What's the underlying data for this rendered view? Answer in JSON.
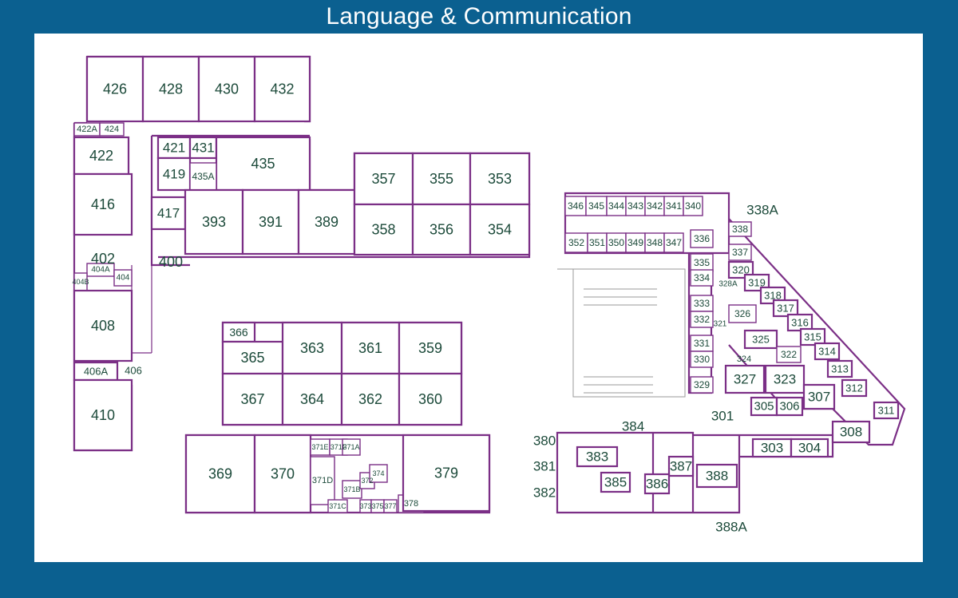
{
  "title": "Language & Communication",
  "colors": {
    "frame": "#0b6090",
    "walls": "#7b2f86",
    "labels": "#1c4a3a",
    "background": "#ffffff"
  },
  "rooms": [
    {
      "label": "426"
    },
    {
      "label": "428"
    },
    {
      "label": "430"
    },
    {
      "label": "432"
    },
    {
      "label": "422A"
    },
    {
      "label": "424"
    },
    {
      "label": "422"
    },
    {
      "label": "421"
    },
    {
      "label": "431"
    },
    {
      "label": "435"
    },
    {
      "label": "419"
    },
    {
      "label": "435A"
    },
    {
      "label": "416"
    },
    {
      "label": "417"
    },
    {
      "label": "393"
    },
    {
      "label": "391"
    },
    {
      "label": "389"
    },
    {
      "label": "402"
    },
    {
      "label": "400"
    },
    {
      "label": "404A"
    },
    {
      "label": "404B"
    },
    {
      "label": "404"
    },
    {
      "label": "408"
    },
    {
      "label": "406A"
    },
    {
      "label": "406"
    },
    {
      "label": "410"
    },
    {
      "label": "357"
    },
    {
      "label": "355"
    },
    {
      "label": "353"
    },
    {
      "label": "358"
    },
    {
      "label": "356"
    },
    {
      "label": "354"
    },
    {
      "label": "366"
    },
    {
      "label": "365"
    },
    {
      "label": "363"
    },
    {
      "label": "361"
    },
    {
      "label": "359"
    },
    {
      "label": "367"
    },
    {
      "label": "364"
    },
    {
      "label": "362"
    },
    {
      "label": "360"
    },
    {
      "label": "369"
    },
    {
      "label": "370"
    },
    {
      "label": "371E"
    },
    {
      "label": "371F"
    },
    {
      "label": "371A"
    },
    {
      "label": "371D"
    },
    {
      "label": "371B"
    },
    {
      "label": "372"
    },
    {
      "label": "374"
    },
    {
      "label": "371C"
    },
    {
      "label": "373"
    },
    {
      "label": "375"
    },
    {
      "label": "377"
    },
    {
      "label": "378"
    },
    {
      "label": "379"
    },
    {
      "label": "346"
    },
    {
      "label": "345"
    },
    {
      "label": "344"
    },
    {
      "label": "343"
    },
    {
      "label": "342"
    },
    {
      "label": "341"
    },
    {
      "label": "340"
    },
    {
      "label": "338A"
    },
    {
      "label": "338"
    },
    {
      "label": "352"
    },
    {
      "label": "351"
    },
    {
      "label": "350"
    },
    {
      "label": "349"
    },
    {
      "label": "348"
    },
    {
      "label": "347"
    },
    {
      "label": "336"
    },
    {
      "label": "337"
    },
    {
      "label": "335"
    },
    {
      "label": "320"
    },
    {
      "label": "334"
    },
    {
      "label": "328A"
    },
    {
      "label": "319"
    },
    {
      "label": "318"
    },
    {
      "label": "333"
    },
    {
      "label": "326"
    },
    {
      "label": "317"
    },
    {
      "label": "332"
    },
    {
      "label": "321"
    },
    {
      "label": "316"
    },
    {
      "label": "325"
    },
    {
      "label": "315"
    },
    {
      "label": "331"
    },
    {
      "label": "314"
    },
    {
      "label": "324"
    },
    {
      "label": "322"
    },
    {
      "label": "330"
    },
    {
      "label": "313"
    },
    {
      "label": "327"
    },
    {
      "label": "323"
    },
    {
      "label": "312"
    },
    {
      "label": "329"
    },
    {
      "label": "307"
    },
    {
      "label": "305"
    },
    {
      "label": "306"
    },
    {
      "label": "311"
    },
    {
      "label": "301"
    },
    {
      "label": "308"
    },
    {
      "label": "384"
    },
    {
      "label": "380"
    },
    {
      "label": "383"
    },
    {
      "label": "387"
    },
    {
      "label": "381"
    },
    {
      "label": "385"
    },
    {
      "label": "386"
    },
    {
      "label": "388"
    },
    {
      "label": "382"
    },
    {
      "label": "303"
    },
    {
      "label": "304"
    },
    {
      "label": "388A"
    }
  ]
}
